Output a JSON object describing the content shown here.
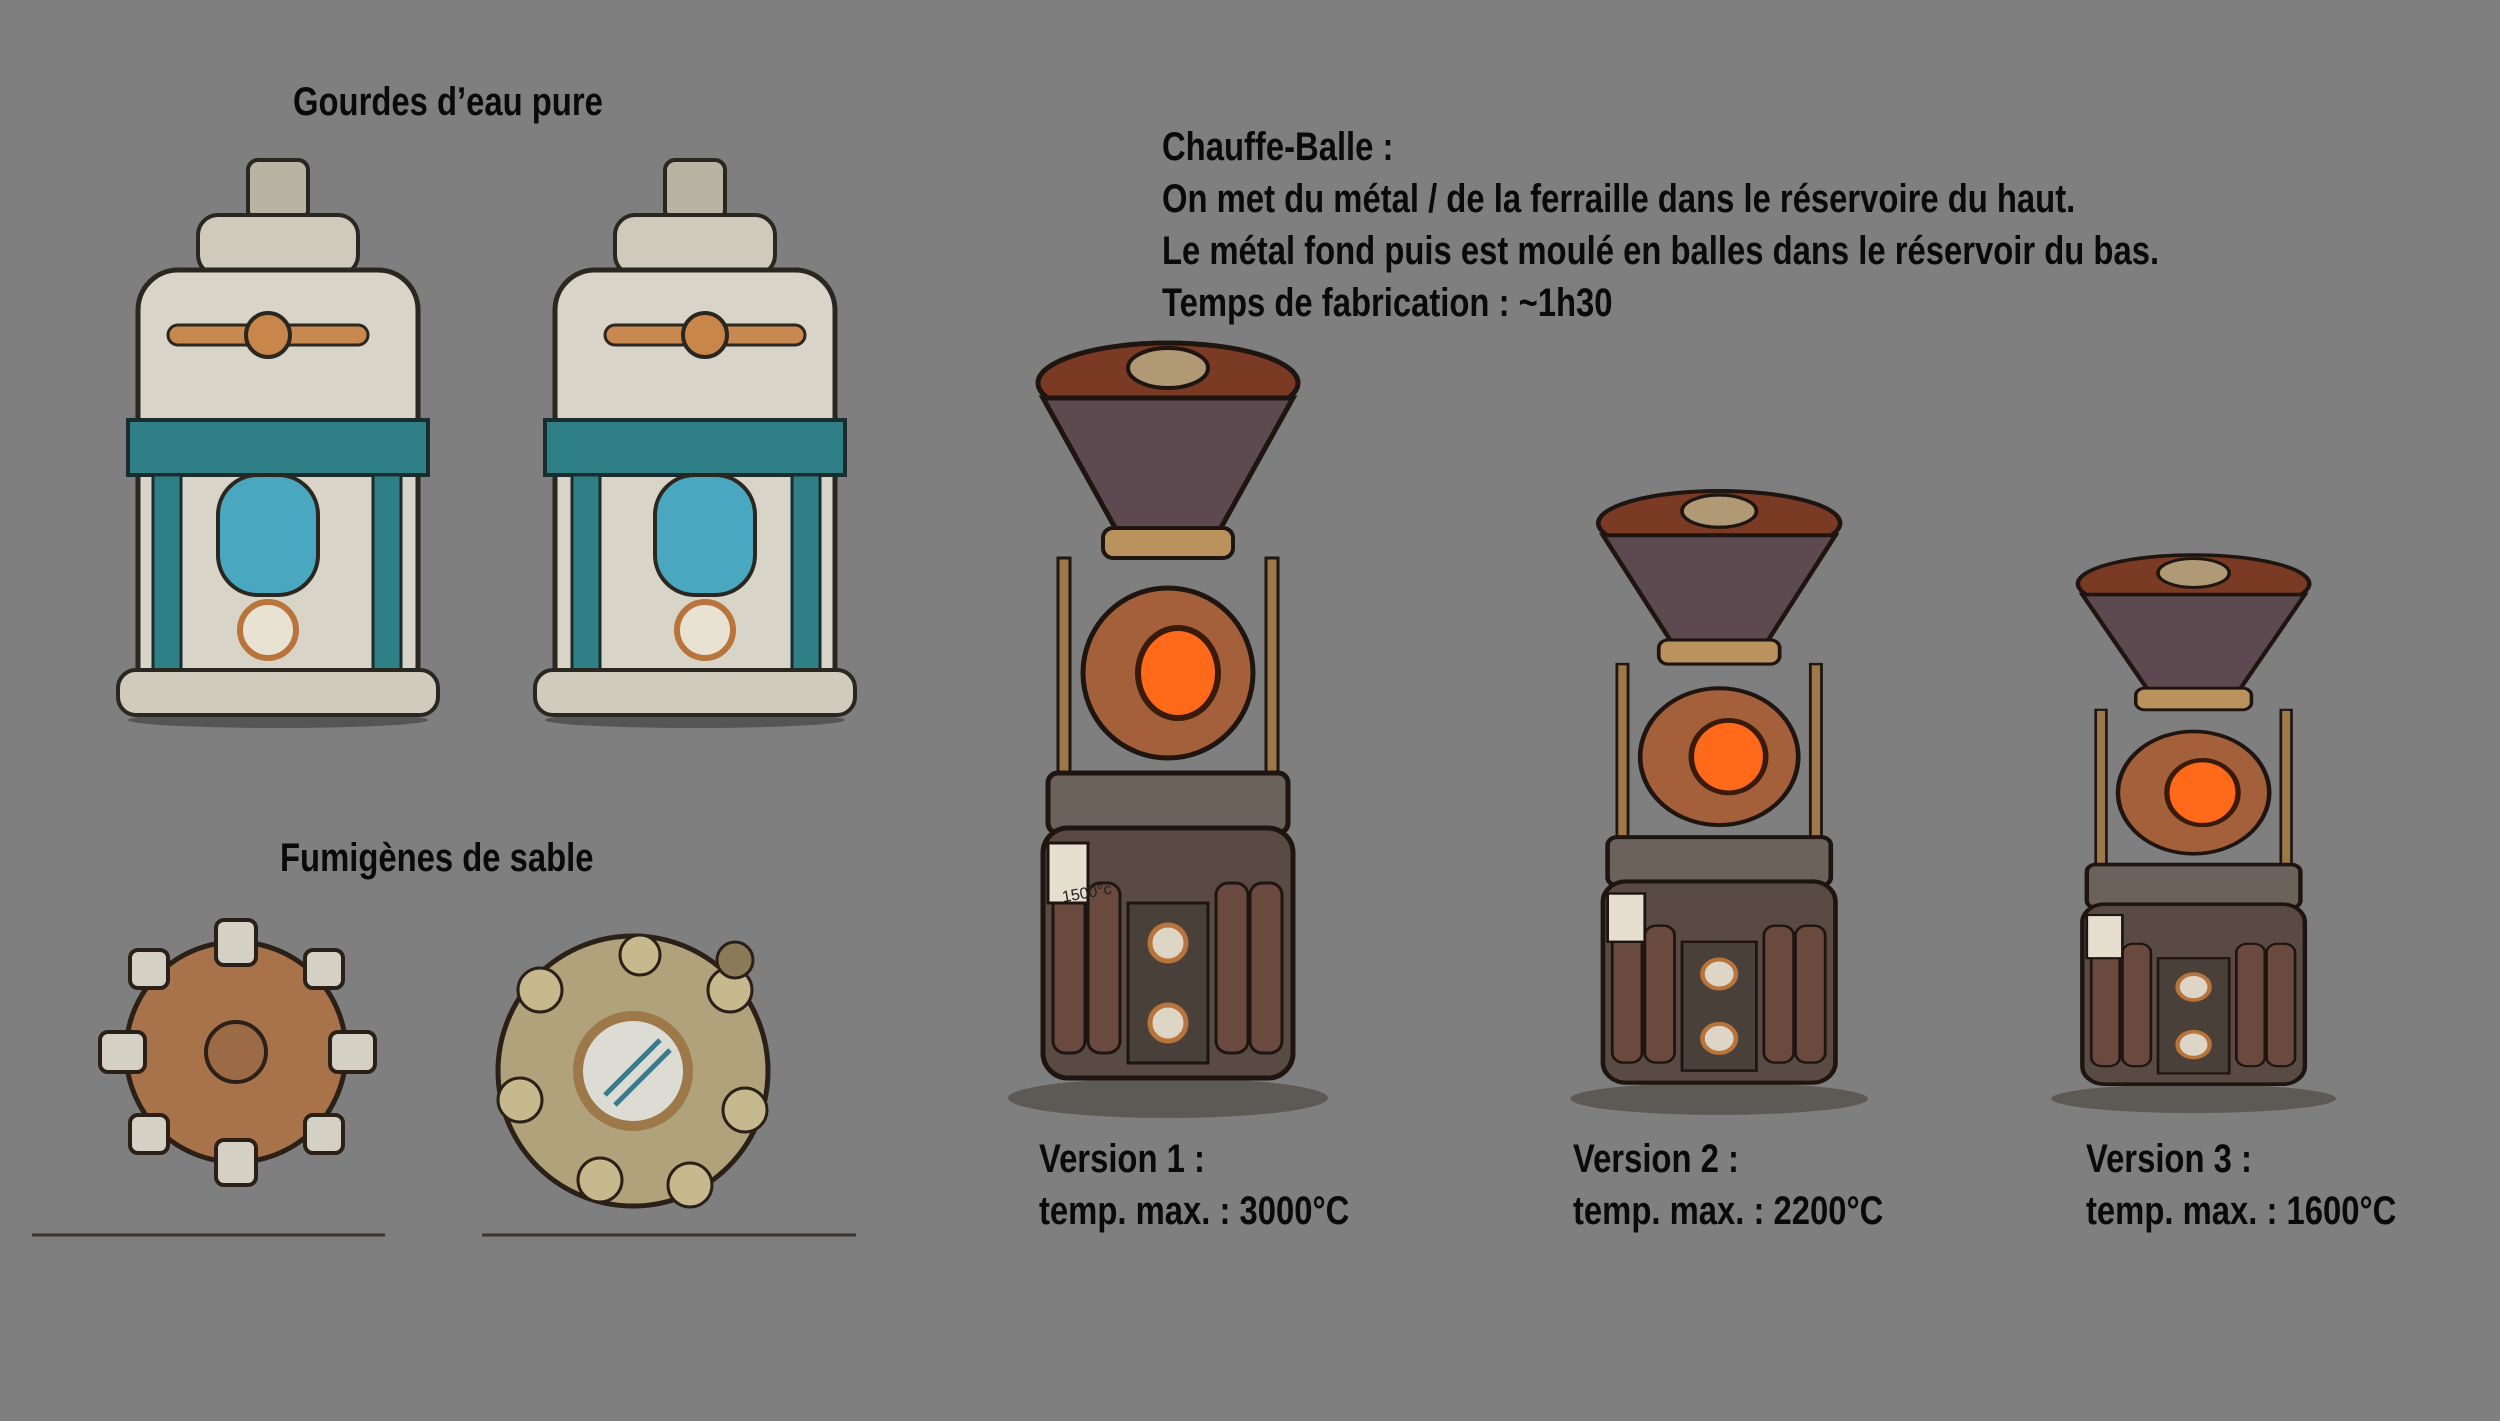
{
  "sections": {
    "gourdes_title": "Gourdes d’eau pure",
    "fumigenes_title": "Fumigènes de sable",
    "chauffe_balle": {
      "title": "Chauffe-Balle :",
      "lines": [
        "On met du métal / de la ferraille dans le réservoire du haut.",
        "Le métal fond puis est moulé en balles dans le réservoir du bas.",
        "Temps de fabrication : ~1h30"
      ]
    },
    "versions": [
      {
        "label": "Version 1 :",
        "temp": "temp. max. : 3000°C"
      },
      {
        "label": "Version 2 :",
        "temp": "temp. max. : 2200°C"
      },
      {
        "label": "Version 3 :",
        "temp": "temp. max. : 1600°C"
      }
    ],
    "gauge_label": "1500°c"
  },
  "colors": {
    "background": "#7f7f7f",
    "teal_strap": "#2e7f86",
    "copper": "#b8743a",
    "rust_top": "#7a3a24",
    "molten": "#ff6a1a"
  }
}
